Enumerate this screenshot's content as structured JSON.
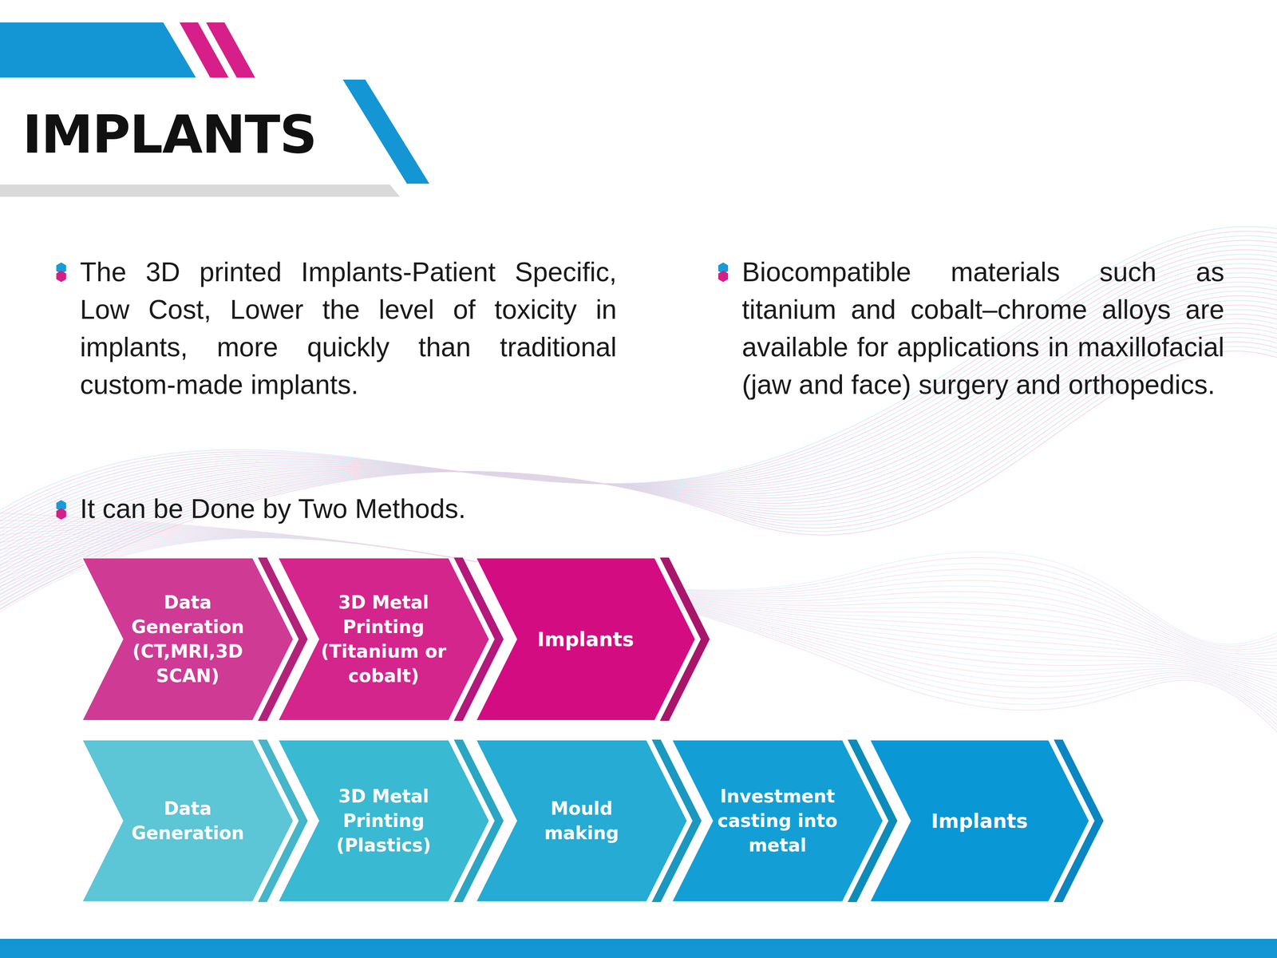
{
  "diagram": {
    "title": "IMPLANTS",
    "nodes": [
      {
        "text": [
          "Data Generation (CT,MRI,3D SCAN)"
        ]
      },
      {
        "text": [
          "3D Metal Printing (Titanium or cobalt)"
        ]
      },
      {
        "text": [
          "Implants"
        ]
      },
      {
        "text": [
          "Data Generation"
        ]
      },
      {
        "text": [
          "3D Metal Printing (Plastics)"
        ]
      },
      {
        "text": [
          "Mould making"
        ]
      },
      {
        "text": [
          "Investment casting into metal"
        ]
      },
      {
        "text": [
          "Implants"
        ]
      }
    ],
    "labels": [
      "The 3D printed Implants-Patient Specific, Low Cost, Lower the level of toxicity in implants, more quickly than traditional custom-made implants.",
      "Biocompatible materials such as titanium and cobalt–chrome alloys are available for applications in maxillofacial (jaw and face) surgery and orthopedics.",
      "It can be Done by Two Methods."
    ]
  }
}
